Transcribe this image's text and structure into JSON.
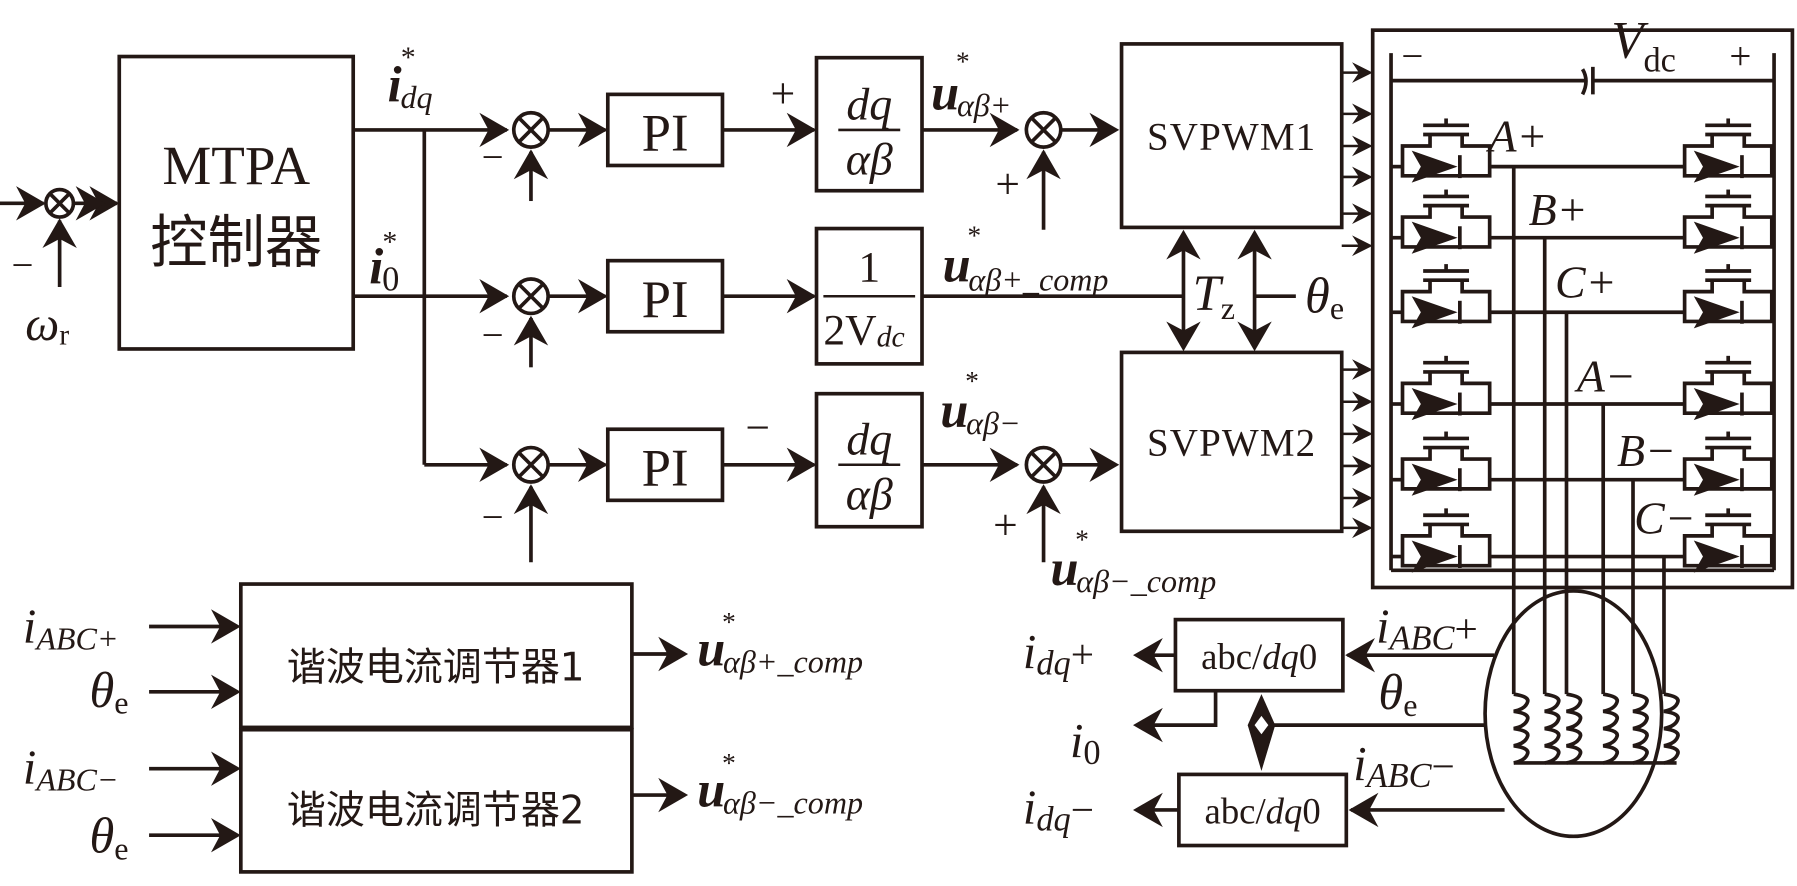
{
  "diagram": {
    "title": "Dual three-phase PMSM harmonic current control block diagram",
    "colors": {
      "ink": "#231815",
      "background": "#ffffff"
    },
    "blocks": {
      "mtpa": {
        "line1": "MTPA",
        "line2": "控制器"
      },
      "pi1": "PI",
      "pi2": "PI",
      "pi3": "PI",
      "transform_top": {
        "num": "dq",
        "den": "αβ"
      },
      "gain": {
        "num": "1",
        "den_main": "2V",
        "den_sub": "dc"
      },
      "transform_bottom": {
        "num": "dq",
        "den": "αβ"
      },
      "svpwm1": "SVPWM1",
      "svpwm2": "SVPWM2",
      "harm1": "谐波电流调节器1",
      "harm2": "谐波电流调节器2",
      "abc1": {
        "pre": "abc/",
        "it": "dq",
        "post": "0"
      },
      "abc2": {
        "pre": "abc/",
        "it": "dq",
        "post": "0"
      }
    },
    "signs": {
      "speed_minus": "−",
      "sum1_minus": "−",
      "sum2_minus": "−",
      "sum3_minus": "−",
      "top_plus": "+",
      "bottom_minus": "−",
      "comp1_plus": "+",
      "comp2_plus": "+"
    },
    "labels": {
      "omega": {
        "main": "ω",
        "sub": "r"
      },
      "idq_ref": {
        "main": "i",
        "sup": "*",
        "sub": "dq"
      },
      "i0_ref": {
        "main": "i",
        "sup": "*",
        "sub": "0"
      },
      "u_plus": {
        "main": "u",
        "sup": "*",
        "sub": "αβ+"
      },
      "u_plus_comp": {
        "main": "u",
        "sup": "*",
        "sub": "αβ+_comp"
      },
      "u_minus": {
        "main": "u",
        "sup": "*",
        "sub": "αβ−"
      },
      "u_minus_comp": {
        "main": "u",
        "sup": "*",
        "sub": "αβ−_comp"
      },
      "tz": {
        "main": "T",
        "sub": "z"
      },
      "theta_top": {
        "main": "θ",
        "sub": "e"
      },
      "vdc": {
        "main": "V",
        "sub": "dc"
      },
      "vdc_minus": "−",
      "vdc_plus": "+",
      "phases": [
        "A+",
        "B+",
        "C+",
        "A−",
        "B−",
        "C−"
      ],
      "harm1_in1": {
        "main": "i",
        "sub": "ABC+"
      },
      "harm1_in2": {
        "main": "θ",
        "sub": "e"
      },
      "harm1_out": {
        "main": "u",
        "sup": "*",
        "sub": "αβ+_comp"
      },
      "harm2_in1": {
        "main": "i",
        "sub": "ABC−"
      },
      "harm2_in2": {
        "main": "θ",
        "sub": "e"
      },
      "harm2_out": {
        "main": "u",
        "sup": "*",
        "sub": "αβ−_comp"
      },
      "iabc_plus": {
        "main": "i",
        "sub": "ABC",
        "tail": "+"
      },
      "iabc_minus": {
        "main": "i",
        "sub": "ABC",
        "tail": "−"
      },
      "theta_motor": {
        "main": "θ",
        "sub": "e"
      },
      "idq_plus": {
        "main": "i",
        "sub": "dq",
        "tail": "+"
      },
      "i0": {
        "main": "i",
        "sub": "0"
      },
      "idq_minus": {
        "main": "i",
        "sub": "dq",
        "tail": "−"
      }
    }
  }
}
